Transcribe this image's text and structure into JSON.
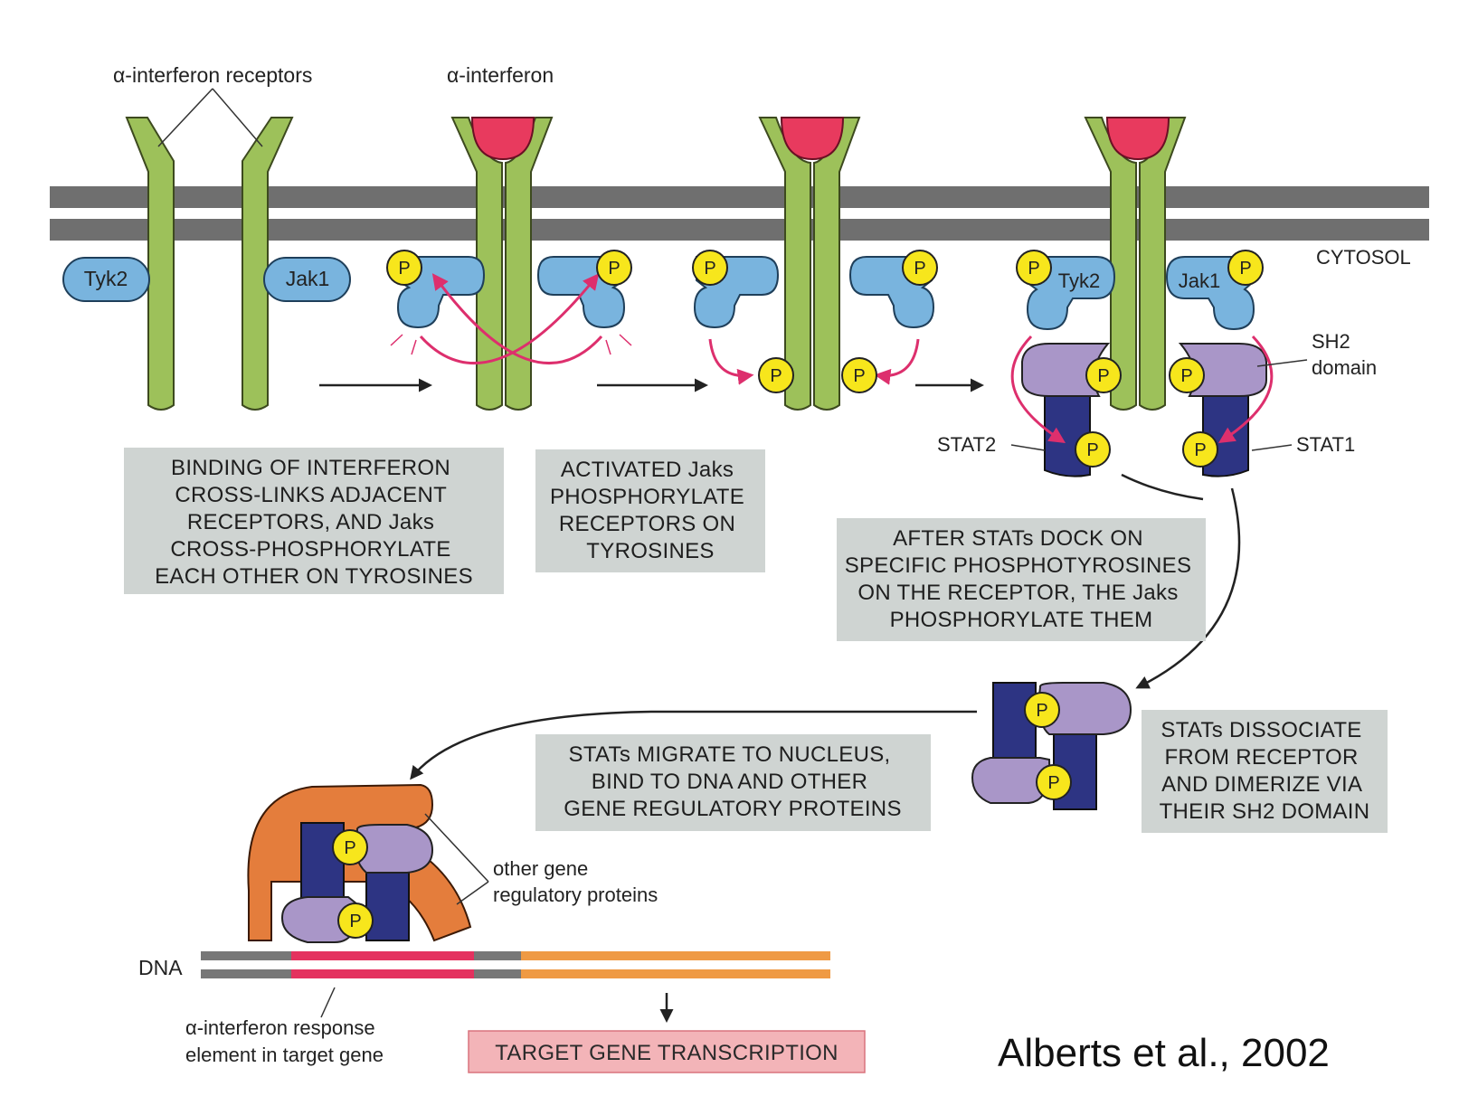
{
  "labels": {
    "receptors": "α-interferon receptors",
    "interferon": "α-interferon",
    "cytosol": "CYTOSOL",
    "tyk2": "Tyk2",
    "jak1": "Jak1",
    "sh2_line1": "SH2",
    "sh2_line2": "domain",
    "stat2": "STAT2",
    "stat1": "STAT1",
    "other_line1": "other gene",
    "other_line2": "regulatory proteins",
    "dna": "DNA",
    "response_line1": "α-interferon response",
    "response_line2": "element in target gene",
    "phospho": "P"
  },
  "steps": {
    "step1": [
      "BINDING OF INTERFERON",
      "CROSS-LINKS ADJACENT",
      "RECEPTORS, AND Jaks",
      "CROSS-PHOSPHORYLATE",
      "EACH OTHER ON TYROSINES"
    ],
    "step2": [
      "ACTIVATED Jaks",
      "PHOSPHORYLATE",
      "RECEPTORS ON",
      "TYROSINES"
    ],
    "step3": [
      "AFTER STATs DOCK ON",
      "SPECIFIC PHOSPHOTYROSINES",
      "ON THE RECEPTOR, THE Jaks",
      "PHOSPHORYLATE THEM"
    ],
    "step4": [
      "STATs DISSOCIATE",
      "FROM RECEPTOR",
      "AND DIMERIZE VIA",
      "THEIR SH2 DOMAIN"
    ],
    "step5": [
      "STATs MIGRATE TO NUCLEUS,",
      "BIND TO DNA AND OTHER",
      "GENE REGULATORY PROTEINS"
    ],
    "target": "TARGET GENE TRANSCRIPTION"
  },
  "citation": "Alberts et al., 2002",
  "colors": {
    "receptor": "#9dc15a",
    "interferon": "#e83a5e",
    "jak": "#79b4de",
    "phospho": "#f7e61c",
    "stat_dark": "#2d3483",
    "stat_light": "#a996c8",
    "membrane": "#6f6f6f",
    "arrow_magenta": "#dd2f6d",
    "box": "#cfd4d2",
    "target_box": "#f3b4b8",
    "other_protein": "#e47d3c",
    "dna_response": "#e4325f",
    "dna_gene": "#ef9a44"
  }
}
